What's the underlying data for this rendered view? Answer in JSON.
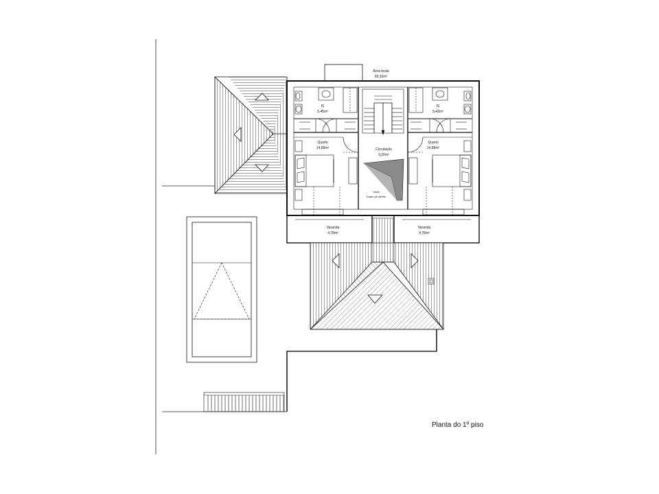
{
  "drawing": {
    "title": "Planta do 1º piso",
    "labels": {
      "area_bruta_title": "Área bruta",
      "area_bruta_value": "69,10m²",
      "is_left_title": "IS",
      "is_left_area": "5,45m²",
      "is_right_title": "IS",
      "is_right_area": "5,42m²",
      "quarto_left_title": "Quarto",
      "quarto_left_area": "14,88m²",
      "quarto_right_title": "Quarto",
      "quarto_right_area": "14,88m²",
      "circulacao_title": "Circulação",
      "circulacao_area": "3,20m²",
      "vazio_title": "Vazio",
      "vazio_sub": "Duplo pé-direito",
      "varanda_left_title": "Varanda",
      "varanda_left_area": "4,78m²",
      "varanda_right_title": "Varanda",
      "varanda_right_area": "4,78m²"
    }
  },
  "colors": {
    "line": "#111111",
    "hatch": "#555555",
    "void_fill": "#8a8a8a"
  }
}
